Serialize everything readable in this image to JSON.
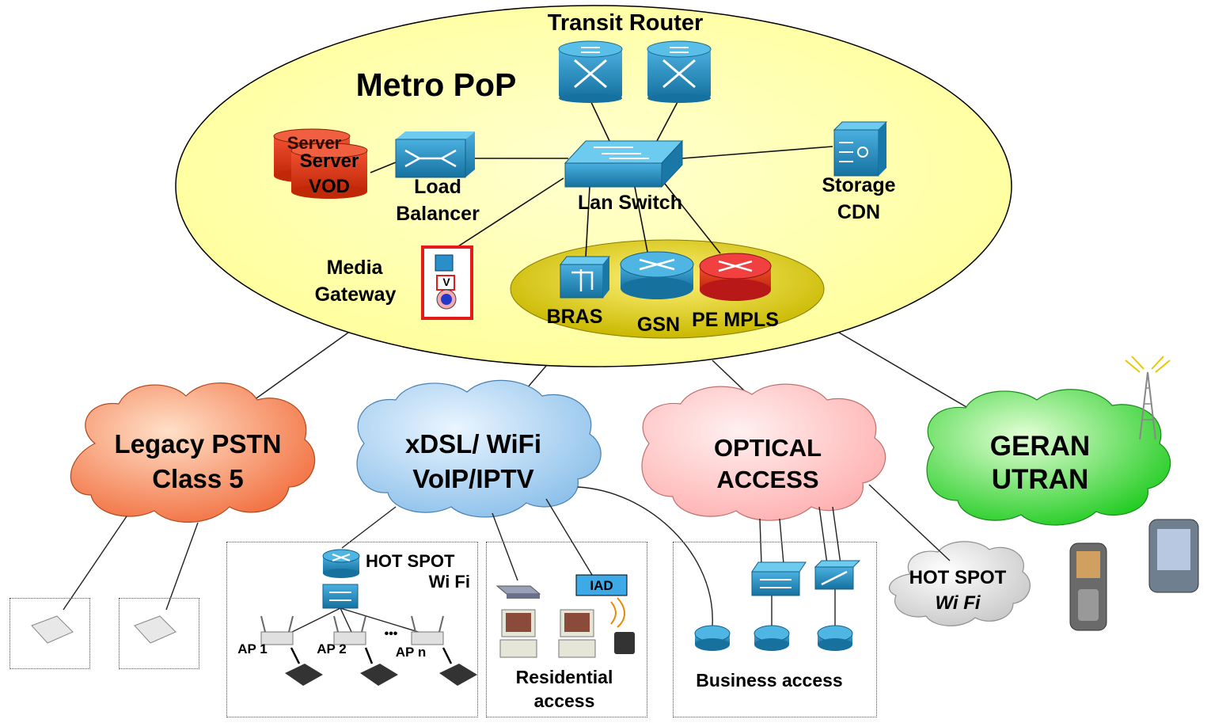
{
  "metro": {
    "title": "Metro PoP",
    "transit_router": "Transit Router",
    "server_back": "Server",
    "server_front_1": "Server",
    "server_front_2": "VOD",
    "load_balancer_1": "Load",
    "load_balancer_2": "Balancer",
    "lan_switch": "Lan Switch",
    "storage_1": "Storage",
    "storage_2": "CDN",
    "media_gateway_1": "Media",
    "media_gateway_2": "Gateway",
    "media_gateway_v": "V",
    "bras": "BRAS",
    "gsn": "GSN",
    "pe_mpls": "PE MPLS"
  },
  "clouds": {
    "pstn_1": "Legacy PSTN",
    "pstn_2": "Class 5",
    "xdsl_1": "xDSL/ WiFi",
    "xdsl_2": "VoIP/IPTV",
    "optical_1": "OPTICAL",
    "optical_2": "ACCESS",
    "geran_1": "GERAN",
    "geran_2": "UTRAN",
    "hotspot_1": "HOT SPOT",
    "hotspot_2": "Wi Fi"
  },
  "access": {
    "hotspot_1": "HOT SPOT",
    "hotspot_2": "Wi Fi",
    "ap1": "AP 1",
    "ap2": "AP 2",
    "apn": "AP n",
    "ellipsis": "•••",
    "iad": "IAD",
    "residential_1": "Residential",
    "residential_2": "access",
    "business": "Business access"
  },
  "colors": {
    "metro_fill": "#FFFFAA",
    "inner_fill": "#DDD000",
    "pstn": "#F58855",
    "xdsl": "#A8D0F0",
    "optical": "#FFC8C8",
    "geran": "#44DD33",
    "hotspot": "#D8D8D8",
    "device_blue": "#2A8FC8",
    "server_red": "#E84010",
    "pe_red": "#E02020"
  }
}
